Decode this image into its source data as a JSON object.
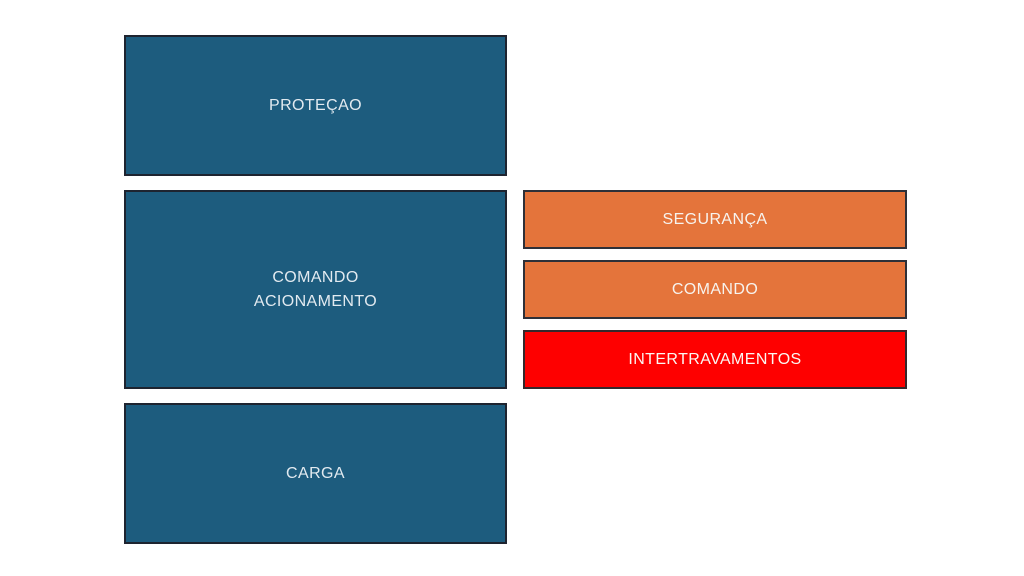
{
  "colors": {
    "background": "#FFFFFF",
    "teal_block": "#1D5C7E",
    "orange_block": "#E4743B",
    "red_block": "#FE0000",
    "block_border_dark": "#1E2430",
    "label_text": "#EDF0F2"
  },
  "blocks": {
    "left": [
      {
        "label": "PROTEÇAO",
        "color": "#1D5C7E"
      },
      {
        "label": "COMANDO\nACIONAMENTO",
        "color": "#1D5C7E"
      },
      {
        "label": "CARGA",
        "color": "#1D5C7E"
      }
    ],
    "right": [
      {
        "label": "SEGURANÇA",
        "color": "#E4743B"
      },
      {
        "label": "COMANDO",
        "color": "#E4743B"
      },
      {
        "label": "INTERTRAVAMENTOS",
        "color": "#FE0000"
      }
    ]
  }
}
